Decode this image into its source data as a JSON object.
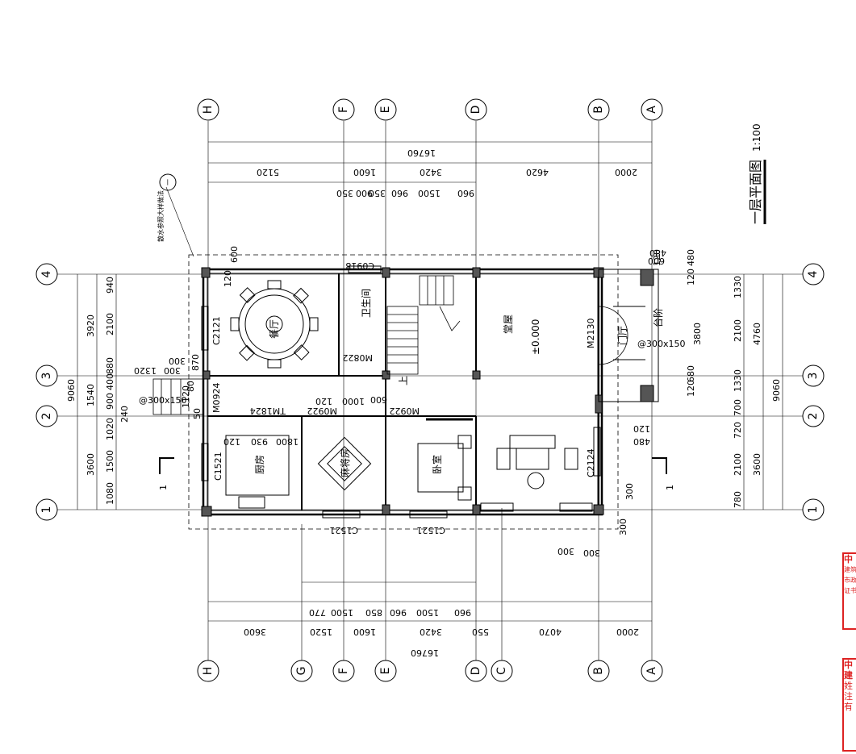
{
  "title": {
    "main": "一层平面图",
    "scale": "1:100"
  },
  "axes": {
    "letters": [
      "H",
      "G",
      "F",
      "E",
      "D",
      "C",
      "B",
      "A"
    ],
    "numbers": [
      "1",
      "2",
      "3",
      "4"
    ]
  },
  "dims": {
    "top_total": "16760",
    "top_segs": [
      "5120",
      "1600",
      "3420",
      "4620",
      "2000"
    ],
    "top_small": [
      "350",
      "900",
      "350",
      "960",
      "1500",
      "960"
    ],
    "bottom_total": "16760",
    "bottom_segs": [
      "3600",
      "1520",
      "1600",
      "3420",
      "550",
      "4070",
      "2000"
    ],
    "bottom_small": [
      "770",
      "1500",
      "850",
      "960",
      "1500",
      "960"
    ],
    "left_total": "9060",
    "left_segs": [
      "3600",
      "1540",
      "3920"
    ],
    "left_small": [
      "1080",
      "1500",
      "1020",
      "240",
      "900",
      "400",
      "880",
      "2100",
      "940"
    ],
    "right_total": "9060",
    "right_segs": [
      "3600",
      "4760"
    ],
    "right_small": [
      "780",
      "2100",
      "720",
      "700",
      "1330",
      "2100",
      "1330"
    ],
    "right_mid": "3800",
    "misc": [
      "120",
      "600",
      "120",
      "480",
      "120",
      "480",
      "120",
      "680",
      "120",
      "480",
      "600",
      "300",
      "300",
      "300",
      "300",
      "1320",
      "300",
      "300",
      "600",
      "1000",
      "120",
      "120",
      "930",
      "1800",
      "870",
      "50",
      "1120",
      "80"
    ]
  },
  "rooms": {
    "dining": "餐厅",
    "hall": "堂屋",
    "floor_level": "±0.000",
    "kitchen": "厨房",
    "mahjong": "麻将房",
    "bedroom": "卧室",
    "storage": "卫生间",
    "porch": "门厅",
    "step": "台阶",
    "up": "上"
  },
  "labels": {
    "c0918": "C0918",
    "c2121": "C2121",
    "m0822": "M0822",
    "m2130": "M2130",
    "m0924": "M0924",
    "tm1824": "TM1824",
    "m0922a": "M0922",
    "m0922b": "M0922",
    "c1521a": "C1521",
    "c1521b": "C1521",
    "c2124": "C2124",
    "c1521k": "C1521",
    "steps_right": "@300x150",
    "steps_left": "@300x150",
    "section": "1",
    "drain": "散水参照大样做法",
    "detail": "一"
  },
  "stamps": {
    "s1": [
      "中",
      "建筑",
      "市政",
      "证书"
    ],
    "s2": [
      "中建",
      "姓",
      "注",
      "有"
    ]
  },
  "colors": {
    "line": "#000000",
    "stamp": "#dd2222",
    "column": "#555555"
  }
}
